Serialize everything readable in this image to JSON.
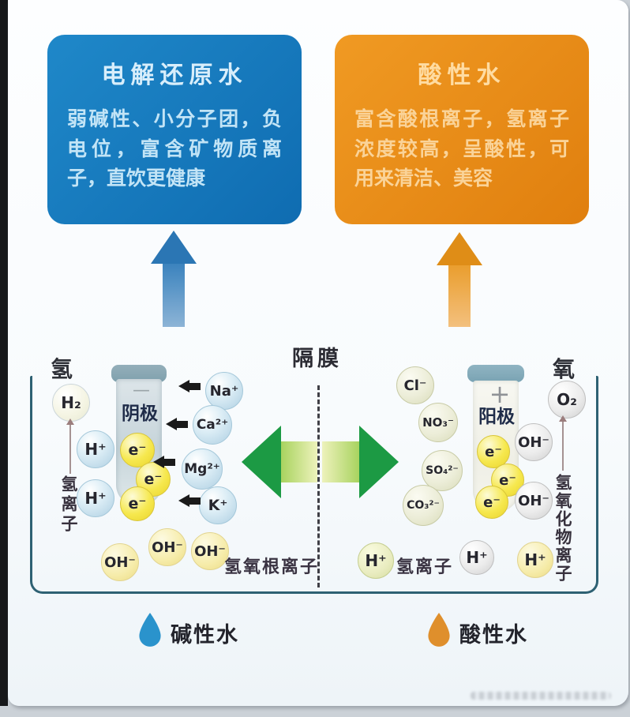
{
  "panels": {
    "reduced_water": {
      "title": "电解还原水",
      "body": "弱碱性、小分子团，负电位，富含矿物质离子，直饮更健康"
    },
    "acidic_water": {
      "title": "酸性水",
      "body": "富含酸根离子，氢离子浓度较高，呈酸性，可用来清洁、美容"
    }
  },
  "membrane_label": "隔膜",
  "left_cell": {
    "gas_label": "氢",
    "gas": "H₂",
    "vertical_label": "氢离子",
    "electrode": "阴极",
    "minus_sign": "—",
    "h_ions": [
      "H⁺",
      "H⁺"
    ],
    "electrons": [
      "e⁻",
      "e⁻",
      "e⁻"
    ],
    "mineral_ions": [
      "Na⁺",
      "Ca²⁺",
      "Mg²⁺",
      "K⁺"
    ],
    "hydroxide": [
      "OH⁻",
      "OH⁻",
      "OH⁻"
    ],
    "hydroxide_label": "氢氧根离子"
  },
  "right_cell": {
    "gas_label": "氧",
    "gas": "O₂",
    "vertical_label": "氢氧化物离子",
    "electrode": "阳极",
    "plus_sign": "+",
    "anions": [
      "Cl⁻",
      "NO₃⁻",
      "SO₄²⁻",
      "CO₃²⁻"
    ],
    "electrons": [
      "e⁻",
      "e⁻",
      "e⁻"
    ],
    "hydroxide": [
      "OH⁻",
      "OH⁻"
    ],
    "h_ions": [
      "H⁺",
      "H⁺",
      "H⁺"
    ],
    "h_label": "氢离子"
  },
  "legend": {
    "alkaline": "碱性水",
    "acidic": "酸性水"
  },
  "colors": {
    "blue_panel": "#1580c2",
    "orange_panel": "#e98b16",
    "blue_arrow": "#2b76b4",
    "orange_arrow": "#df8d17",
    "green_arrow": "#1c9a44",
    "legend_blue": "#2a93cc",
    "legend_orange": "#df8f2c"
  }
}
